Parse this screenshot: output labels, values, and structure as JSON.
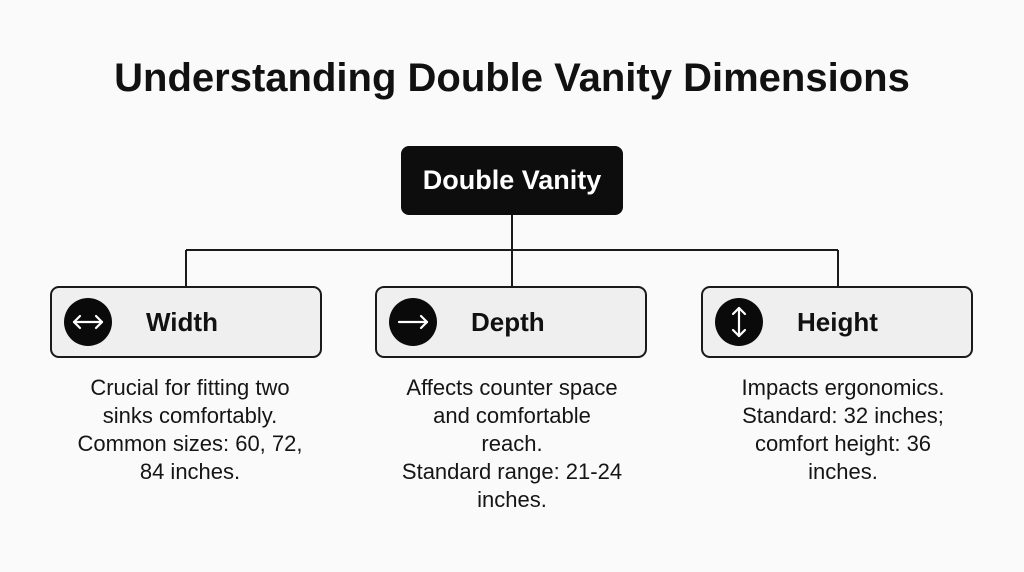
{
  "title": "Understanding Double Vanity Dimensions",
  "root": {
    "label": "Double Vanity"
  },
  "cards": [
    {
      "label": "Width",
      "icon": "horizontal-double-arrow-icon",
      "description": [
        "Crucial for fitting two",
        "sinks comfortably.",
        "Common sizes: 60, 72,",
        "84 inches."
      ]
    },
    {
      "label": "Depth",
      "icon": "right-arrow-icon",
      "description": [
        "Affects counter space",
        "and comfortable",
        "reach.",
        "Standard range: 21-24",
        "inches."
      ]
    },
    {
      "label": "Height",
      "icon": "vertical-double-arrow-icon",
      "description": [
        "Impacts ergonomics.",
        "Standard: 32 inches;",
        "comfort height: 36",
        "inches."
      ]
    }
  ],
  "colors": {
    "root_fill": "#0d0d0d",
    "card_fill": "#efefef",
    "outline": "#1a1a1a",
    "background": "#fafafa"
  }
}
